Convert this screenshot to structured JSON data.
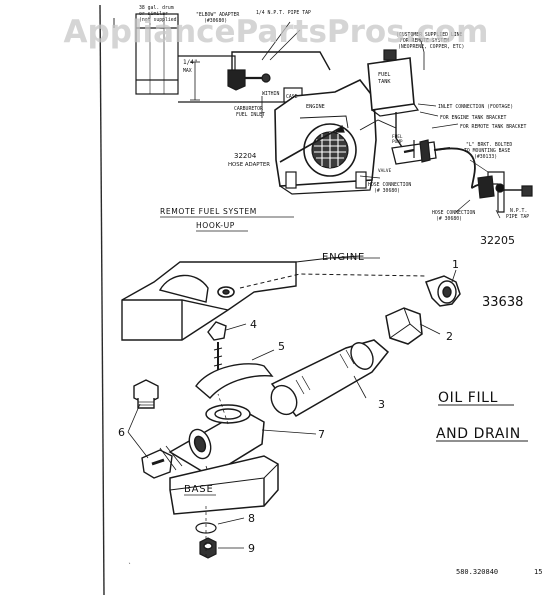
{
  "watermark": "AppliancePartsPros.com",
  "fuel_system": {
    "notes": {
      "drain_supplied": "38 gal. drum",
      "drain_supplied2": "or similar",
      "drain_supplied3": "(not supplied)",
      "elbow_adapter": "\"ELBOW\" ADAPTER",
      "elbow_adapter_part": "(#30680)",
      "pipe_tap": "1/4 N.P.T. PIPE TAP",
      "quarter_max": "1/4\"",
      "quarter_max2": "MAX",
      "carburetor": "CARBURETOR",
      "fuel_inlet": "FUEL INLET",
      "within": "WITHIN",
      "customer_supplied": "(CUSTOMER SUPPLIED LINE",
      "customer_supplied2": "FOR REMOTE SYSTEM",
      "customer_supplied3": "(NEOPRENE, COPPER, ETC)",
      "inlet_connection": "INLET CONNECTION (FOOTAGE)",
      "fuel_tank_bracket": "FOR ENGINE TANK BRACKET",
      "remote_tank_bracket": "FOR REMOTE TANK BRACKET",
      "l_bracket": "\"L\" BRKT. BOLTED",
      "l_bracket2": "TO MOUNTING BASE",
      "l_bracket3": "(#30133)",
      "npt_pipe_tap": "N.P.T.",
      "npt_pipe_tap2": "PIPE TAP",
      "hose_connection": "HOSE CONNECTION",
      "hose_connection2": "(# 30680)",
      "engine": "ENGINE",
      "fuel_tank": "FUEL",
      "fuel_tank2": "TANK",
      "fuel_pump": "FUEL",
      "fuel_pump2": "PUMP",
      "valve": "VALVE",
      "part_32204": "32204",
      "hose_adapter": "HOSE ADAPTER",
      "case": "CASE"
    },
    "title": "REMOTE FUEL SYSTEM",
    "subtitle": "HOOK-UP",
    "part_number": "32205"
  },
  "oil_drain": {
    "engine_label": "ENGINE",
    "base_label": "BASE",
    "part_number": "33638",
    "title_line1": "OIL FILL",
    "title_line2": "AND DRAIN",
    "callouts": [
      "1",
      "2",
      "3",
      "4",
      "5",
      "6",
      "7",
      "8",
      "9"
    ]
  },
  "footer": {
    "doc_code": "580.320840",
    "page": "15"
  }
}
